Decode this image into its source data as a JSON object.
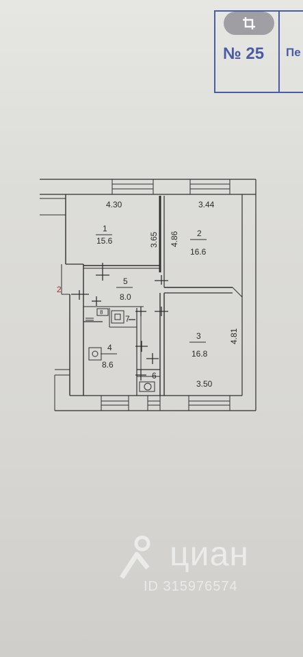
{
  "stamp": {
    "number": "№ 25",
    "cut_text": "Пе"
  },
  "rooms": [
    {
      "id": "room-1",
      "number": "1",
      "area": "15.6",
      "width": "4.30",
      "depth": "3.65"
    },
    {
      "id": "room-2",
      "number": "2",
      "area": "16.6",
      "width": "3.44",
      "depth": "4.86"
    },
    {
      "id": "room-3",
      "number": "3",
      "area": "16.8",
      "width": "3.50",
      "depth": "4.81"
    },
    {
      "id": "room-4",
      "number": "4",
      "area": "8.6"
    },
    {
      "id": "room-5",
      "number": "5",
      "area": "8.0"
    },
    {
      "id": "room-6",
      "number": "6"
    },
    {
      "id": "room-7",
      "number": "7"
    },
    {
      "id": "room-8",
      "number": "8"
    }
  ],
  "wall_marker": "2",
  "watermark": {
    "brand": "циан",
    "id_text": "ID 315976574"
  },
  "crop_button": {
    "icon": "crop-icon"
  },
  "colors": {
    "stamp_blue": "#4a5aa6",
    "line": "#2e2e2e",
    "marker_red": "#a03030"
  }
}
